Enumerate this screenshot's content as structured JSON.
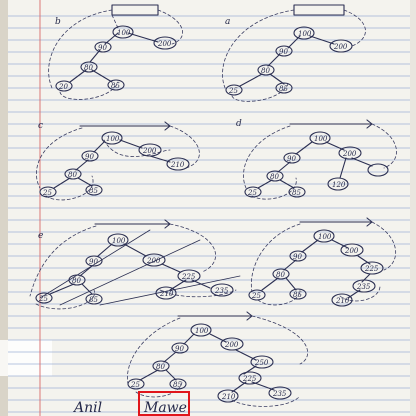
{
  "sheet": {
    "panels": [
      {
        "label": "b",
        "nodes": [
          "100",
          "90",
          "200",
          "80",
          "20",
          "85"
        ]
      },
      {
        "label": "a",
        "nodes": [
          "100",
          "90",
          "200",
          "80",
          "25",
          "85"
        ]
      },
      {
        "label": "c",
        "nodes": [
          "100",
          "90",
          "200",
          "80",
          "25",
          "85",
          "210"
        ]
      },
      {
        "label": "d",
        "nodes": [
          "100",
          "90",
          "200",
          "80",
          "25",
          "85",
          "120"
        ]
      },
      {
        "label": "e",
        "nodes": [
          "100",
          "90",
          "200",
          "80",
          "225",
          "25",
          "85",
          "210",
          "235"
        ]
      },
      {
        "label": "",
        "nodes": [
          "100",
          "90",
          "200",
          "80",
          "225",
          "25",
          "85",
          "210",
          "235"
        ]
      },
      {
        "label": "",
        "nodes": [
          "100",
          "90",
          "200",
          "80",
          "250",
          "225",
          "25",
          "85",
          "210",
          "235"
        ]
      }
    ],
    "signature_left": "Anil",
    "signature_right": "Mawe"
  },
  "colors": {
    "paper": "#f4f3ee",
    "ink": "#2b2f52",
    "rule": "#9fb2d6",
    "margin": "#d86a6a",
    "highlight": "#e0151b"
  }
}
